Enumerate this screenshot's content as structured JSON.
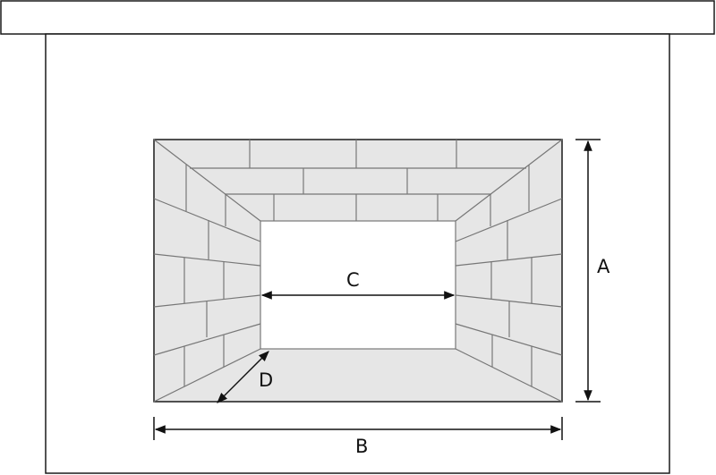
{
  "diagram": {
    "labels": {
      "a": "A",
      "b": "B",
      "c": "C",
      "d": "D"
    },
    "colors": {
      "brick": "#e6e6e6",
      "line": "#1a1a1a",
      "mortar": "#777777",
      "opening": "#ffffff"
    }
  }
}
